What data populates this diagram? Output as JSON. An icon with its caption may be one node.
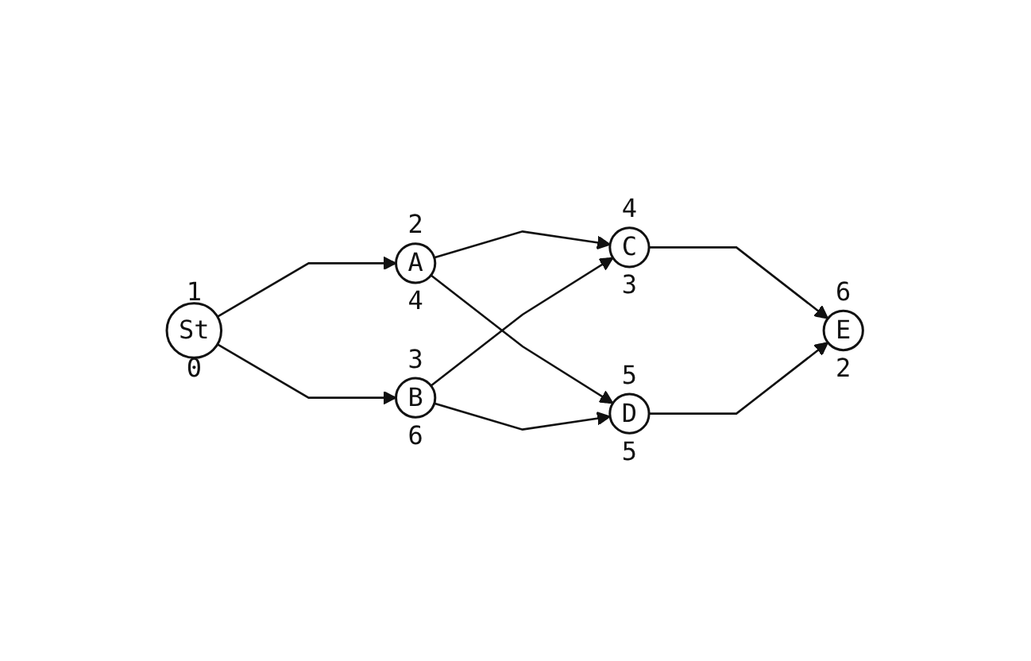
{
  "diagram": {
    "nodes": [
      {
        "text": [
          "1",
          "St",
          "0"
        ]
      },
      {
        "text": [
          "2",
          "A",
          "4"
        ]
      },
      {
        "text": [
          "3",
          "B",
          "6"
        ]
      },
      {
        "text": [
          "4",
          "C",
          "3"
        ]
      },
      {
        "text": [
          "5",
          "D",
          "5"
        ]
      },
      {
        "text": [
          "6",
          "E",
          "2"
        ]
      }
    ],
    "edges": [
      {
        "from": 0,
        "to": 1,
        "arrow": "to"
      },
      {
        "from": 0,
        "to": 2,
        "arrow": "to"
      },
      {
        "from": 1,
        "to": 3,
        "arrow": "to"
      },
      {
        "from": 1,
        "to": 4,
        "arrow": "to"
      },
      {
        "from": 2,
        "to": 3,
        "arrow": "to"
      },
      {
        "from": 2,
        "to": 4,
        "arrow": "to"
      },
      {
        "from": 3,
        "to": 5,
        "arrow": "to"
      },
      {
        "from": 4,
        "to": 5,
        "arrow": "to"
      }
    ]
  }
}
